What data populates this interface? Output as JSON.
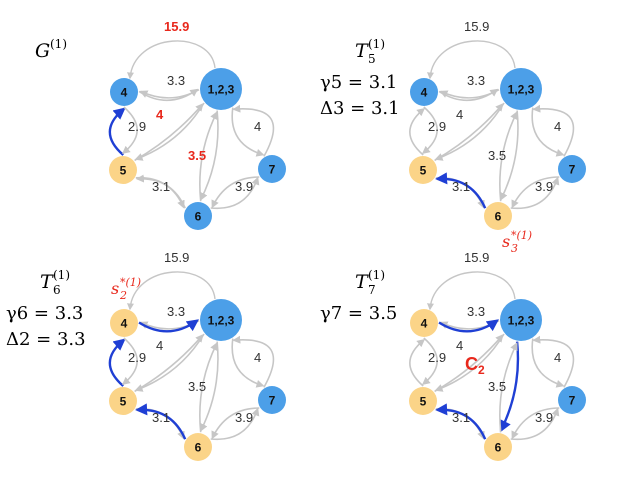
{
  "colors": {
    "blue_node": "#4c9fe8",
    "orange_node": "#fbd488",
    "gray_edge": "#c6c6c6",
    "blue_edge": "#1f3fd4",
    "red_text": "#e8281c",
    "label_text": "#333333"
  },
  "node_labels": {
    "n123": "1,2,3",
    "n4": "4",
    "n5": "5",
    "n6": "6",
    "n7": "7"
  },
  "panels": [
    {
      "title": "G",
      "title_sup": "(1)",
      "lines": [],
      "orange_nodes": [
        "n5"
      ],
      "blue_edges": [
        [
          "n5",
          "n4"
        ]
      ],
      "red_labels": [
        "l_159",
        "l_4a",
        "l_35"
      ],
      "edge_labels": {
        "l_159": "15.9",
        "l_33": "3.3",
        "l_4a": "4",
        "l_29": "2.9",
        "l_35": "3.5",
        "l_4b": "4",
        "l_31": "3.1",
        "l_39": "3.9"
      },
      "annotation": null
    },
    {
      "title": "T",
      "title_sub": "5",
      "title_sup": "(1)",
      "lines": [
        "γ5 = 3.1",
        "Δ3 = 3.1"
      ],
      "orange_nodes": [
        "n5",
        "n6"
      ],
      "blue_edges": [
        [
          "n6",
          "n5"
        ]
      ],
      "red_labels": [],
      "edge_labels": {
        "l_159": "15.9",
        "l_33": "3.3",
        "l_4a": "4",
        "l_29": "2.9",
        "l_35": "3.5",
        "l_4b": "4",
        "l_31": "3.1",
        "l_39": "3.9"
      },
      "annotation": {
        "text": "s",
        "sub": "3",
        "sup": "*(1)",
        "near": "n6"
      }
    },
    {
      "title": "T",
      "title_sub": "6",
      "title_sup": "(1)",
      "lines": [
        "γ6 = 3.3",
        "Δ2 = 3.3"
      ],
      "orange_nodes": [
        "n4",
        "n5",
        "n6"
      ],
      "blue_edges": [
        [
          "n4",
          "n123"
        ],
        [
          "n5",
          "n4"
        ],
        [
          "n6",
          "n5"
        ]
      ],
      "red_labels": [],
      "edge_labels": {
        "l_159": "15.9",
        "l_33": "3.3",
        "l_4a": "4",
        "l_29": "2.9",
        "l_35": "3.5",
        "l_4b": "4",
        "l_31": "3.1",
        "l_39": "3.9"
      },
      "annotation": {
        "text": "s",
        "sub": "2",
        "sup": "*(1)",
        "near": "n4"
      }
    },
    {
      "title": "T",
      "title_sub": "7",
      "title_sup": "(1)",
      "lines": [
        "γ7 = 3.5"
      ],
      "orange_nodes": [
        "n4",
        "n5",
        "n6"
      ],
      "blue_edges": [
        [
          "n4",
          "n123"
        ],
        [
          "n123",
          "n6"
        ],
        [
          "n6",
          "n5"
        ]
      ],
      "red_labels": [],
      "edge_labels": {
        "l_159": "15.9",
        "l_33": "3.3",
        "l_4a": "4",
        "l_29": "2.9",
        "l_35": "3.5",
        "l_4b": "4",
        "l_31": "3.1",
        "l_39": "3.9"
      },
      "annotation": {
        "text": "C2",
        "near": "center"
      }
    }
  ]
}
